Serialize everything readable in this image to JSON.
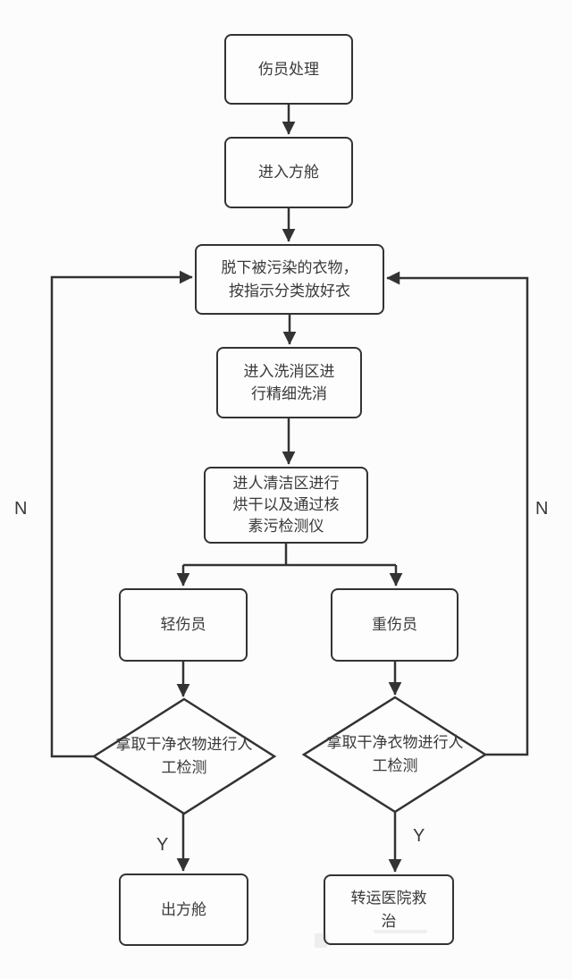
{
  "diagram": {
    "title": "casualty-decontamination-flowchart",
    "colors": {
      "background": "#fcfcfc",
      "line": "#333333",
      "node_fill": "#fdfdfd",
      "text": "#3a3a3a"
    },
    "nodes": {
      "casualty_handling": "伤员处理",
      "enter_cabin": "进入方舱",
      "remove_contaminated_clothes": "脱下被污染的衣物，\n按指示分类放好衣",
      "washing_area": "进入洗消区进\n行精细洗消",
      "clean_area": "进人清洁区进行\n烘干以及通过核\n素污检测仪",
      "light_casualty": "轻伤员",
      "severe_casualty": "重伤员",
      "manual_check_left": "拿取干净衣物进行人\n工检测",
      "manual_check_right": "拿取干净衣物进行人\n工检测",
      "exit_cabin": "出方舱",
      "transfer_hospital": "转运医院救\n治"
    },
    "edge_labels": {
      "n_left": "N",
      "n_right": "N",
      "y_left": "Y",
      "y_right": "Y"
    }
  }
}
